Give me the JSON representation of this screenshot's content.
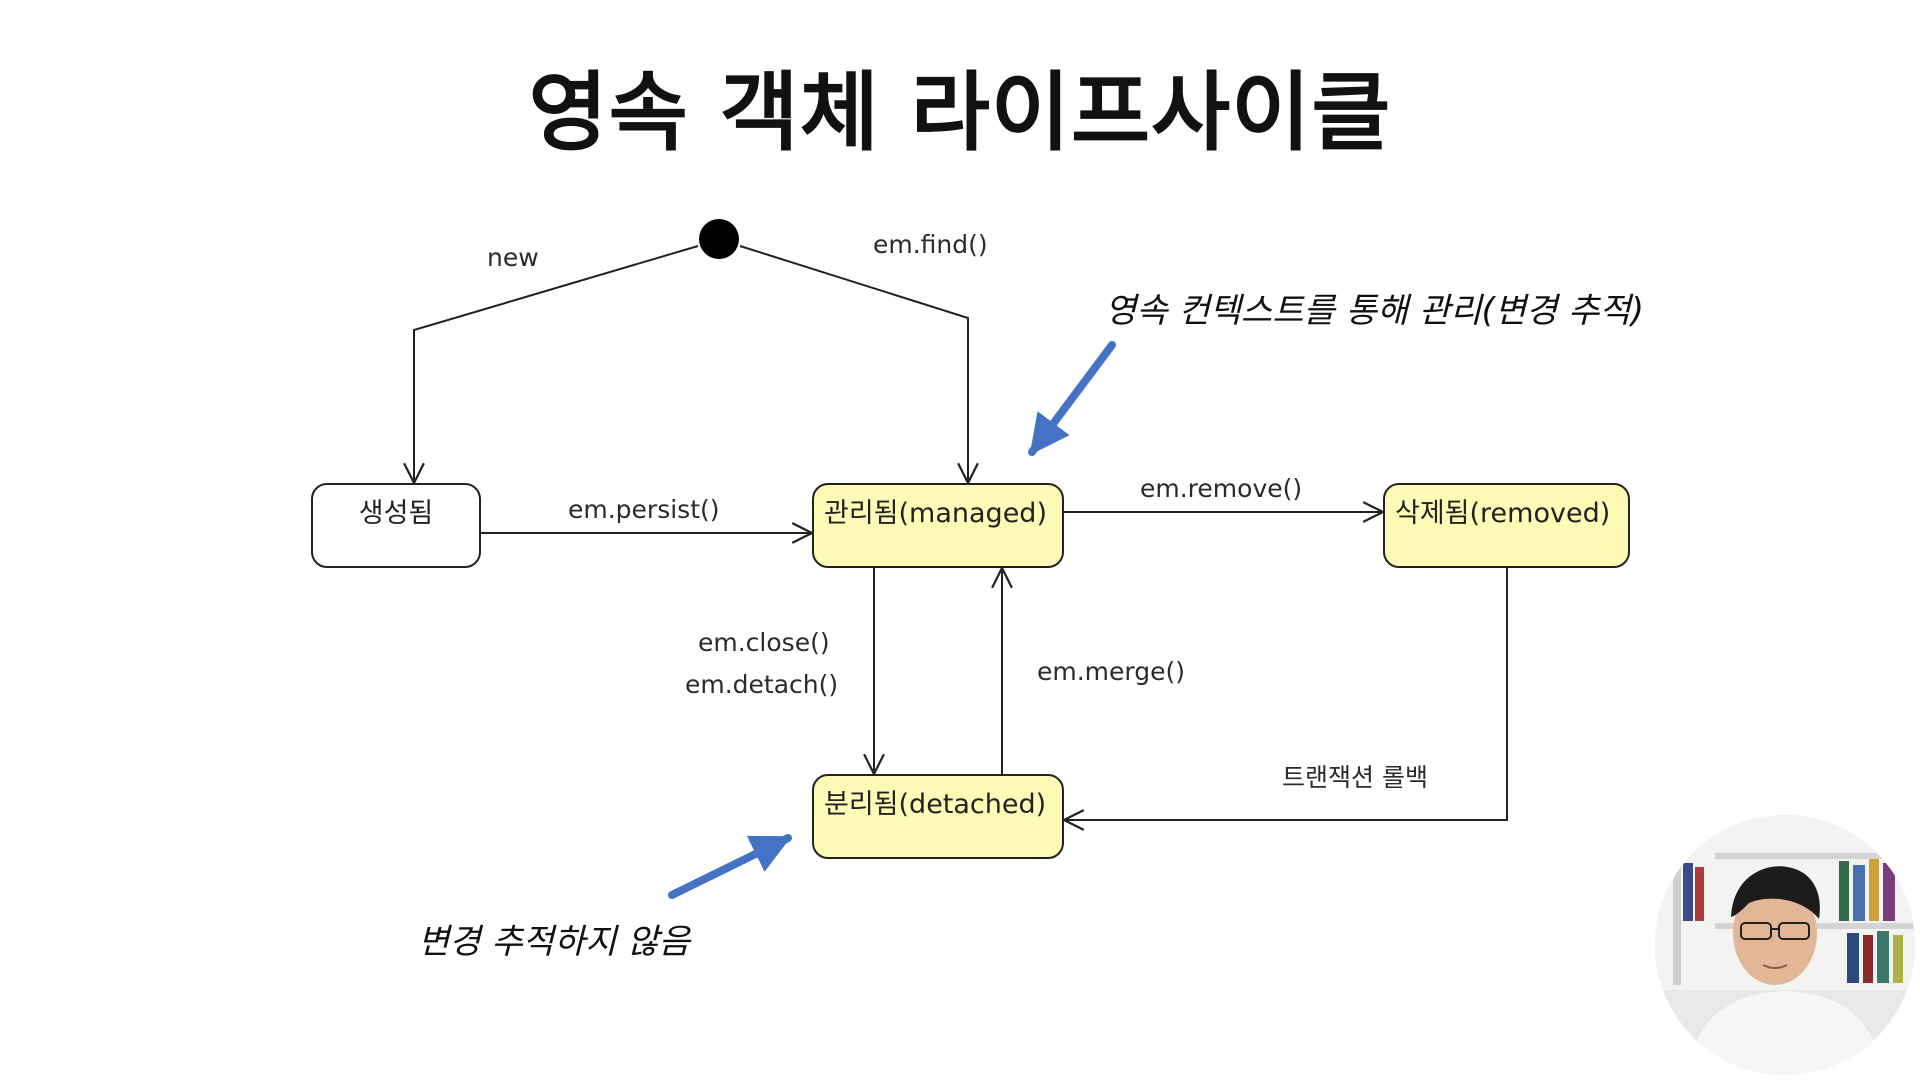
{
  "slide": {
    "title": "영속 객체 라이프사이클"
  },
  "states": {
    "new": "생성됨",
    "managed": "관리됨(managed)",
    "removed": "삭제됨(removed)",
    "detached": "분리됨(detached)"
  },
  "transitions": {
    "new": "new",
    "find": "em.find()",
    "persist": "em.persist()",
    "remove": "em.remove()",
    "close": "em.close()",
    "detach": "em.detach()",
    "merge": "em.merge()",
    "rollback": "트랜잭션 롤백"
  },
  "annotations": {
    "managed_note": "영속 컨텍스트를 통해 관리(변경 추적)",
    "detached_note": "변경 추적하지 않음"
  },
  "colors": {
    "state_fill": "#fdfbb5",
    "plain_fill": "#ffffff",
    "line": "#222222",
    "annotation_arrow": "#4472c4"
  },
  "webcam": {
    "icon": "presenter-webcam"
  }
}
